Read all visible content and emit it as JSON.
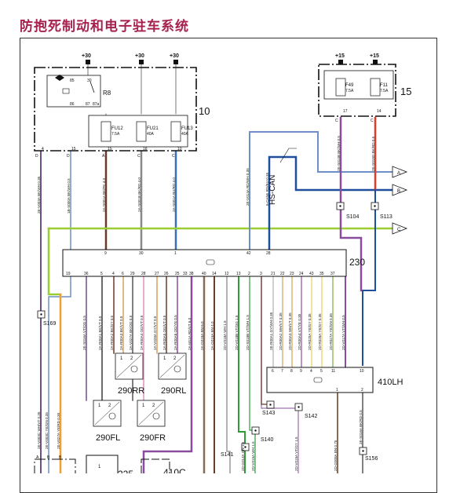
{
  "title": "防抱死制动和电子驻车系统",
  "colors": {
    "title": "#a5224e",
    "wire_green": "#9acd32",
    "wire_blue": "#1f4e9c",
    "wire_light_blue": "#6f8fc8",
    "wire_red": "#e23a2a",
    "wire_purple": "#8a4c9f",
    "wire_brown": "#6b3b2a",
    "wire_orange": "#f0a030",
    "wire_grey": "#9a9a9a",
    "wire_dark_green": "#2e9a3a"
  },
  "power_terminals": [
    "+30",
    "+30",
    "+30",
    "+15",
    "+15"
  ],
  "relay_box": {
    "label": "10",
    "relay": {
      "name": "R8",
      "pins": [
        "85",
        "30",
        "86",
        "87",
        "87a"
      ]
    },
    "fuses": [
      {
        "name": "FU12",
        "rating": "7.5A"
      },
      {
        "name": "FU21",
        "rating": "40A"
      },
      {
        "name": "FU13",
        "rating": "40A"
      }
    ],
    "pin_letters": [
      "D",
      "D",
      "A",
      "C",
      "C"
    ],
    "pin_numbers": [
      "4",
      "15",
      "15",
      "18",
      "10"
    ]
  },
  "fuse_box": {
    "label": "15",
    "fuses": [
      {
        "name": "F49",
        "rating": "7.5A"
      },
      {
        "name": "F11",
        "rating": "7.5A"
      }
    ],
    "pin_letters": [
      "C",
      "C"
    ],
    "pin_numbers": [
      "17",
      "14"
    ]
  },
  "hs_can": "HS-CAN",
  "arrows": [
    "A",
    "B",
    "C"
  ],
  "splices": [
    "S104",
    "S113",
    "S169",
    "S143",
    "S142",
    "S140",
    "S141",
    "S156"
  ],
  "module_230": {
    "label": "230",
    "top_pins": [
      "9",
      "30",
      "1",
      "42",
      "28"
    ],
    "bottom_pins": [
      "19",
      "36",
      "5",
      "4",
      "6",
      "29",
      "28",
      "27",
      "26",
      "25",
      "33",
      "38",
      "40",
      "14",
      "12",
      "13",
      "2",
      "3",
      "21",
      "22",
      "23",
      "24",
      "43",
      "35",
      "37"
    ]
  },
  "module_410": {
    "label": "410LH",
    "top_pins": [
      "6",
      "7",
      "8",
      "9",
      "4",
      "5",
      "11",
      "10"
    ],
    "bottom_pins": [
      "1",
      "2"
    ]
  },
  "sensors": [
    "290RR",
    "290RL",
    "290FL",
    "290FR"
  ],
  "sensor_pins": [
    "1",
    "2"
  ],
  "bottom_components": [
    "225",
    "410C"
  ],
  "bottom_pins": [
    "A",
    "B",
    "B",
    "1"
  ],
  "wire_labels": {
    "top": [
      "2E-V003A BK/WH 0.35",
      "1B-S000A BK/WH 0.5",
      "2A-S001A BK/PK 4.0",
      "2A-S001B BK/RD 4.0",
      "2A-S001A BU/RD 4.0",
      "2A-S003A BU 4.0",
      "2E-V014A RD/WH 0.35",
      "6-CANn RD/BU 0.35",
      "2A-V018A BK/WH 0.35",
      "2E-S014B BK/WH 0.5",
      "2E-S018D BK/RD 0.5"
    ],
    "middle": [
      "2E-S016A VT/OG 0.5",
      "2A-R00A1 BK/VT 0.5",
      "2A-R00A2 BK/GY 0.5",
      "2A-R00A3 BK/VT 0.5",
      "2A-V027A BK/OG 0.5",
      "2A-R00A4 OG/VT 0.5",
      "2A-V028A GY/VT 0.5",
      "2A-R00A5 OG/VT 0.5",
      "2A-R00A6 OG/YE 0.5",
      "2A-M11A RD/VT 6.0",
      "2A-G018A BN 6.0",
      "2A-G019A BN 4.0",
      "2D-V018A WH 1.5",
      "2D-V018B VT/OG 1.5",
      "2D-S018B VT/WH 1.5",
      "2E-R00A1 GY/WH 0.35",
      "2D-R00A2 WH/VT 0.35",
      "2D-R00A3 WH/VT 0.35",
      "2D-R00A4 VT/YE 0.35",
      "2D-R025A YE/GY 0.35",
      "2D-R026A YE/GY 0.35",
      "2D-R027A YE/GN 0.35",
      "2D-V017A VT/WH 0.5",
      "2D-S009A VT/BN 0.5"
    ],
    "bottom": [
      "2E-V003C WH/VT 0.35",
      "2E-V003C YE/GN 0.35",
      "2E-V027A YE/RD 0.35",
      "2D-G014A BN 4.0",
      "2D-G014A GN 1.5",
      "2D-V015A WH 1.5",
      "2D-V015A VT/GY 1.5",
      "2D-G008A BN 0.75",
      "2E-S016A BK/RD 0.5"
    ]
  }
}
